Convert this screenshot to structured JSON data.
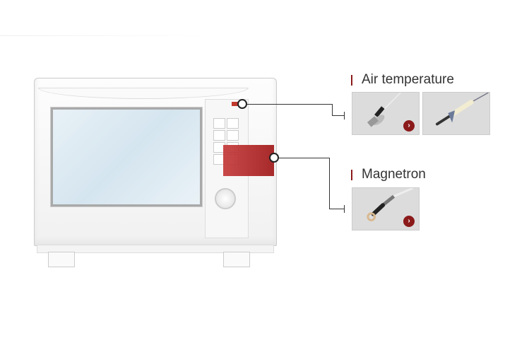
{
  "sections": [
    {
      "title": "Air temperature",
      "products": [
        {
          "name": "flange-sensor",
          "has_arrow": true
        },
        {
          "name": "probe-sensor",
          "has_arrow": false
        }
      ]
    },
    {
      "title": "Magnetron",
      "products": [
        {
          "name": "ring-terminal-sensor",
          "has_arrow": true
        }
      ]
    }
  ],
  "arrow_glyph": "›",
  "colors": {
    "accent": "#8b1a1a",
    "highlight": "#b02020"
  }
}
